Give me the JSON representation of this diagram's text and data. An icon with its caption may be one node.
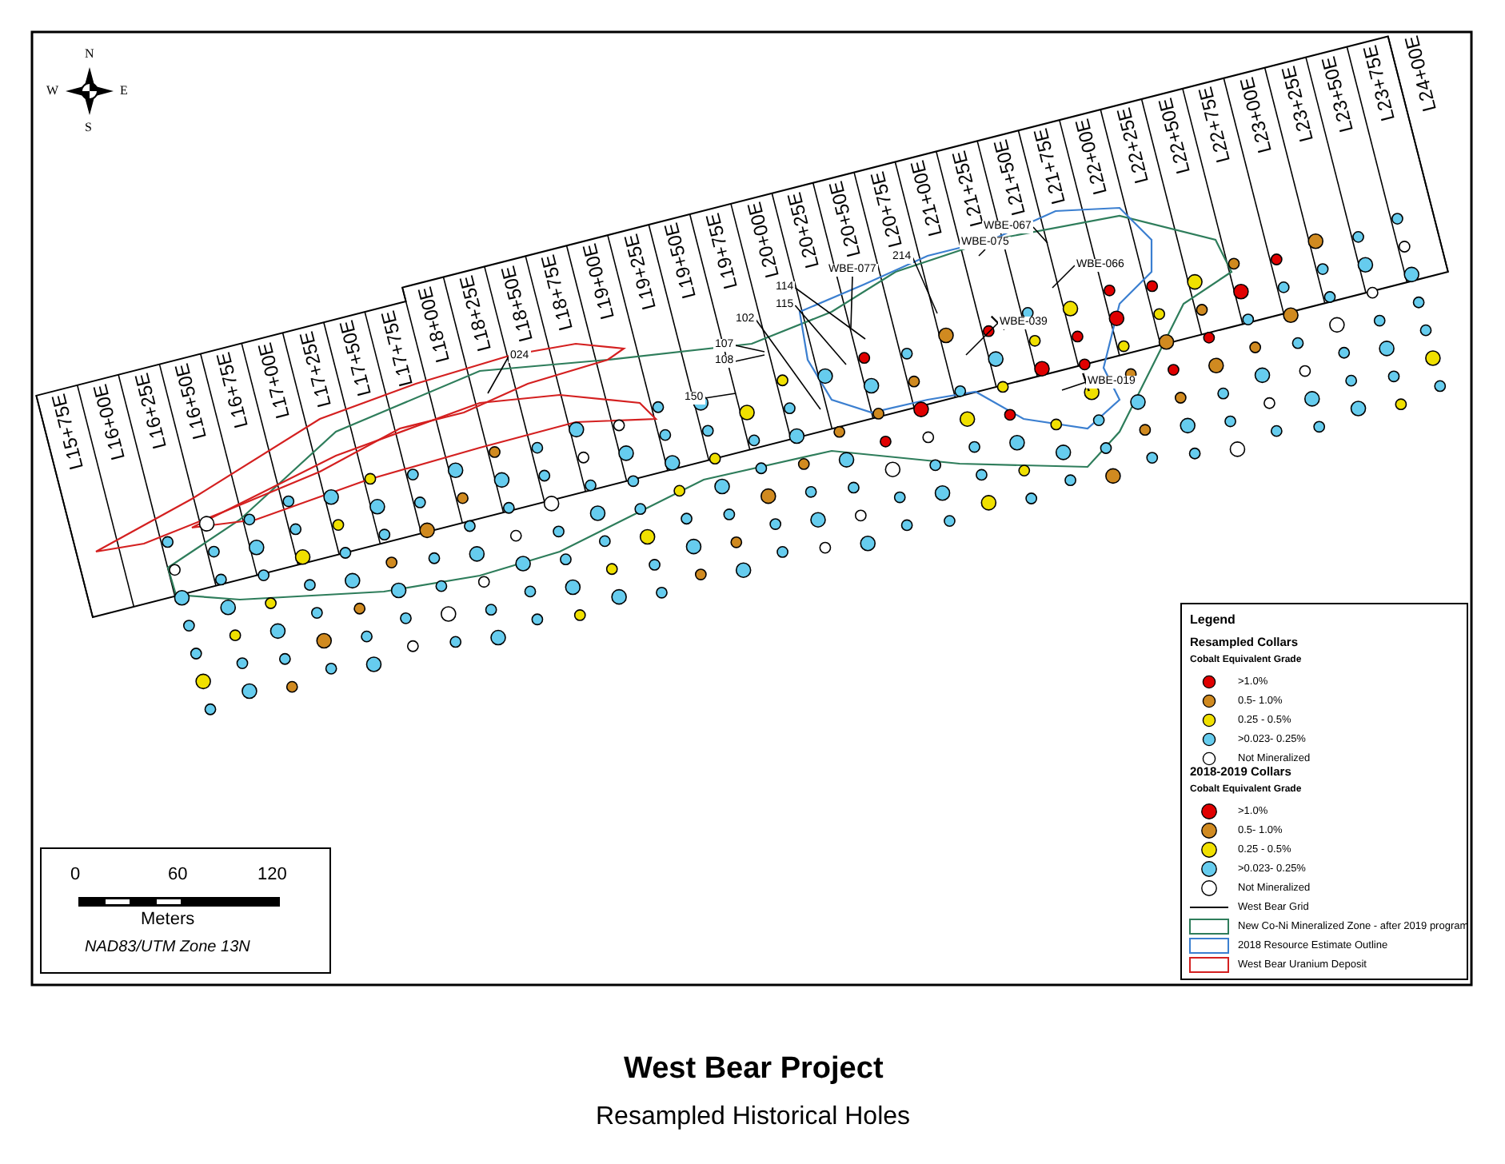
{
  "diagram": {
    "title": "West Bear Project",
    "caption": "Resampled Historical Holes",
    "nodes": [
      {
        "text": [
          "024"
        ]
      },
      {
        "text": [
          "107"
        ]
      },
      {
        "text": [
          "108"
        ]
      },
      {
        "text": [
          "150"
        ]
      },
      {
        "text": [
          "102"
        ]
      },
      {
        "text": [
          "114"
        ]
      },
      {
        "text": [
          "115"
        ]
      },
      {
        "text": [
          "WBE-077"
        ]
      },
      {
        "text": [
          "214"
        ]
      },
      {
        "text": [
          "WBE-075"
        ]
      },
      {
        "text": [
          "WBE-067"
        ]
      },
      {
        "text": [
          "WBE-066"
        ]
      },
      {
        "text": [
          "WBE-039"
        ]
      },
      {
        "text": [
          "WBE-019"
        ]
      }
    ],
    "edges": [
      {
        "from": 0,
        "to": null,
        "arrow": "none"
      },
      {
        "from": 1,
        "to": null,
        "arrow": "none"
      },
      {
        "from": 2,
        "to": null,
        "arrow": "none"
      },
      {
        "from": 3,
        "to": null,
        "arrow": "none"
      },
      {
        "from": 4,
        "to": null,
        "arrow": "none"
      },
      {
        "from": 5,
        "to": null,
        "arrow": "none"
      },
      {
        "from": 6,
        "to": null,
        "arrow": "none"
      },
      {
        "from": 7,
        "to": null,
        "arrow": "none"
      },
      {
        "from": 8,
        "to": null,
        "arrow": "none"
      },
      {
        "from": 9,
        "to": null,
        "arrow": "none"
      },
      {
        "from": 10,
        "to": null,
        "arrow": "none"
      },
      {
        "from": 11,
        "to": null,
        "arrow": "none"
      },
      {
        "from": 12,
        "to": null,
        "arrow": "other"
      },
      {
        "from": 13,
        "to": null,
        "arrow": "other"
      }
    ],
    "labels": [
      "N",
      "W",
      "E",
      "S",
      "L15+75E",
      "L16+00E",
      "L16+25E",
      "L16+50E",
      "L16+75E",
      "L17+00E",
      "L17+25E",
      "L17+50E",
      "L17+75E",
      "L18+00E",
      "L18+25E",
      "L18+50E",
      "L18+75E",
      "L19+00E",
      "L19+25E",
      "L19+50E",
      "L19+75E",
      "L20+00E",
      "L20+25E",
      "L20+50E",
      "L20+75E",
      "L21+00E",
      "L21+25E",
      "L21+50E",
      "L21+75E",
      "L22+00E",
      "L22+25E",
      "L22+50E",
      "L22+75E",
      "L23+00E",
      "L23+25E",
      "L23+50E",
      "L23+75E",
      "L24+00E",
      "0",
      "60",
      "120",
      "Meters",
      "NAD83/UTM Zone 13N",
      "Legend",
      "Resampled Collars",
      "Cobalt Equivalent Grade",
      "2018-2019 Collars",
      "Cobalt Equivalent Grade"
    ],
    "legend": [
      {
        "text": ">1.0%",
        "color": "#e00000"
      },
      {
        "text": "0.5- 1.0%",
        "color": "#d08a20"
      },
      {
        "text": "0.25 - 0.5%",
        "color": "#f0e000"
      },
      {
        "text": ">0.023- 0.25%",
        "color": "#66ccee"
      },
      {
        "text": "Not Mineralized",
        "color": "#ffffff"
      },
      {
        "text": ">1.0%",
        "color": "#e00000"
      },
      {
        "text": "0.5- 1.0%",
        "color": "#d08a20"
      },
      {
        "text": "0.25 - 0.5%",
        "color": "#f0e000"
      },
      {
        "text": ">0.023- 0.25%",
        "color": "#66ccee"
      },
      {
        "text": "Not Mineralized",
        "color": "#ffffff"
      },
      {
        "text": "West Bear Grid"
      },
      {
        "text": "New Co-Ni Mineralized Zone - after 2019 program"
      },
      {
        "text": "2018 Resource Estimate Outline"
      },
      {
        "text": "West Bear Uranium Deposit"
      }
    ]
  }
}
